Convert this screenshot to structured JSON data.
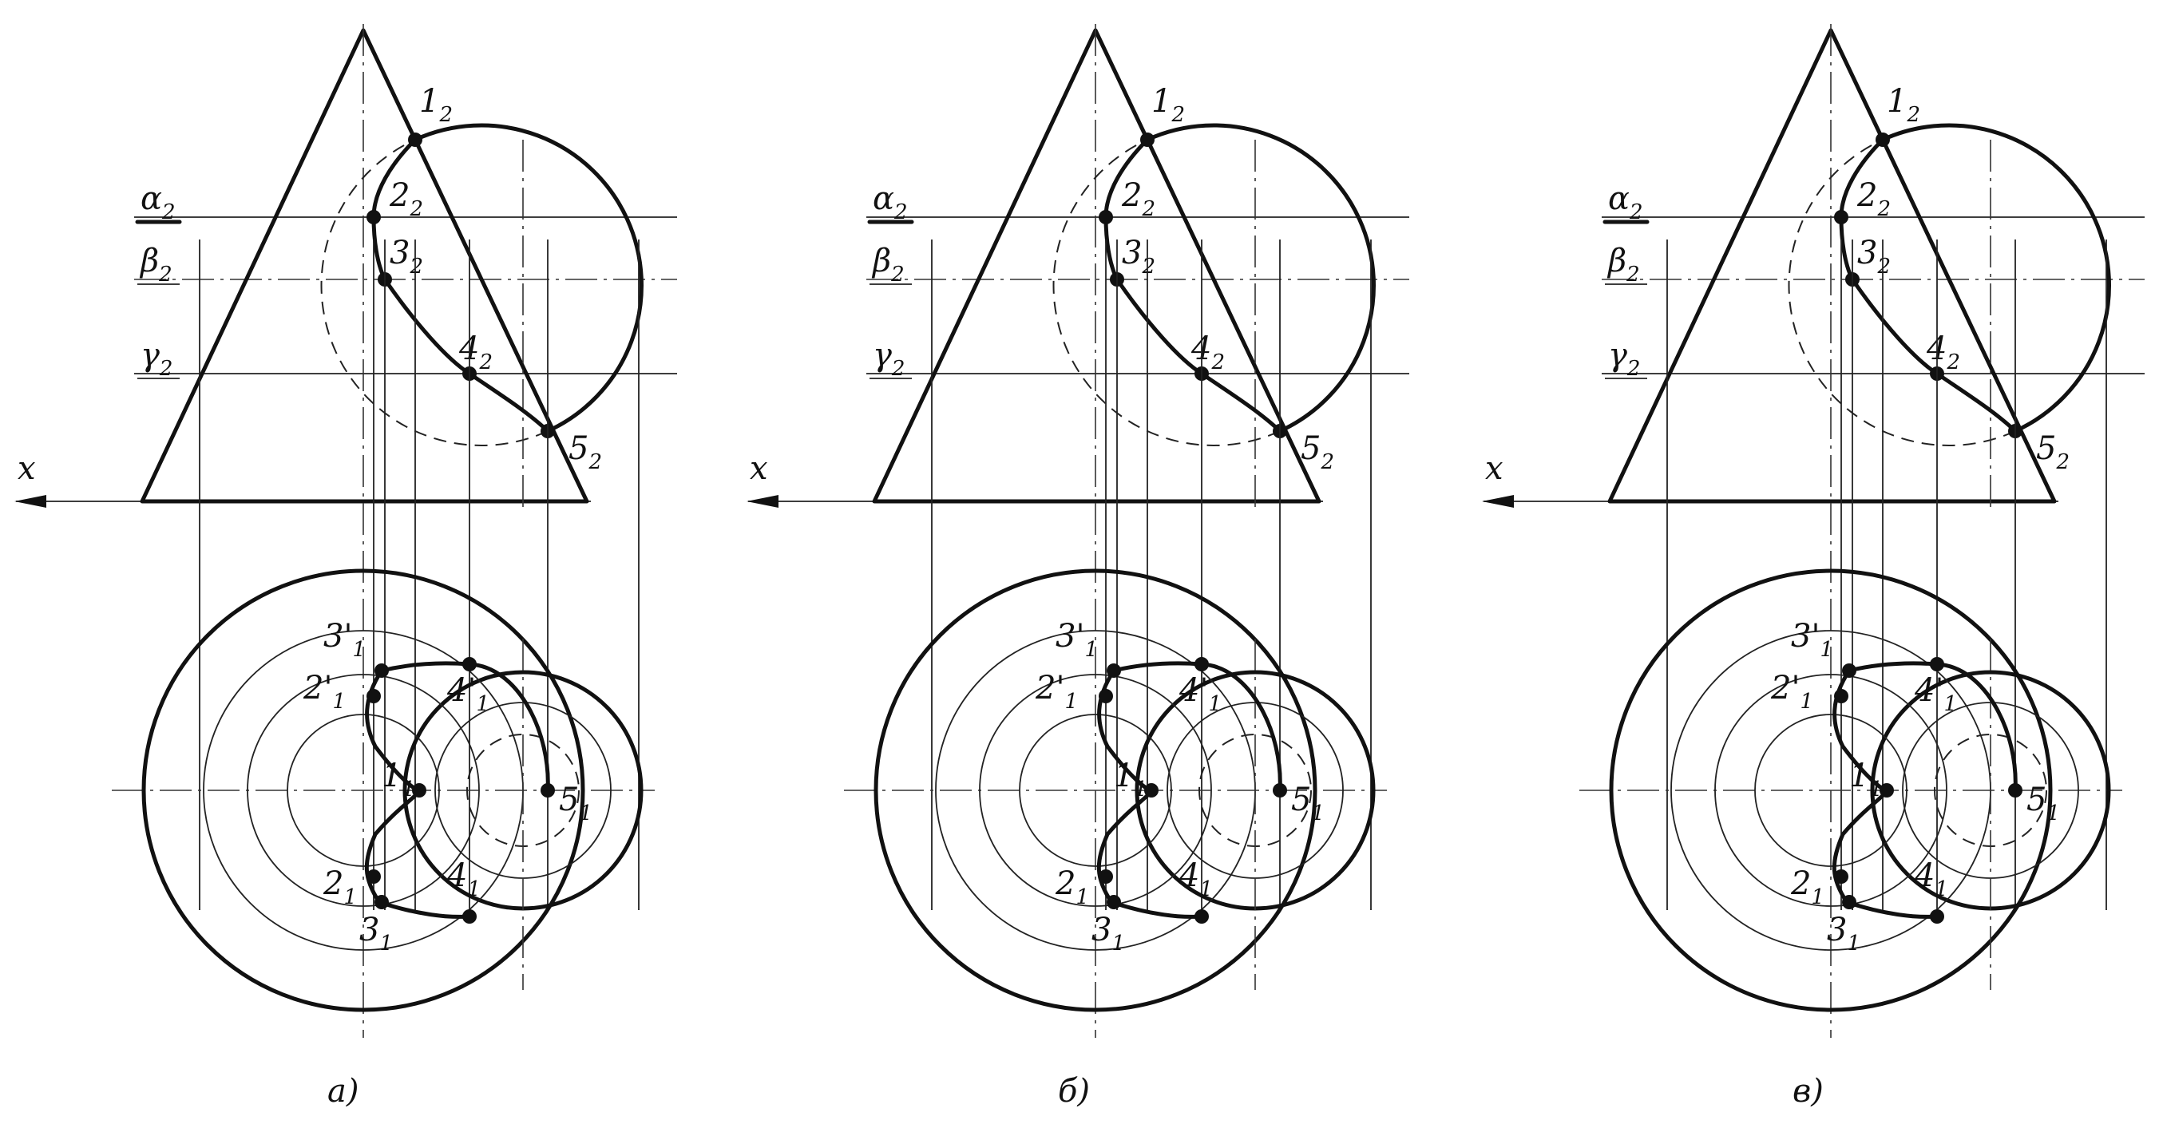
{
  "panels": [
    {
      "caption": "а)",
      "planes": {
        "alpha": "α2",
        "beta": "β2",
        "gamma": "γ2"
      },
      "axis_label": "x",
      "front_points": [
        "1",
        "2",
        "3",
        "4",
        "5"
      ],
      "front_sub": "2",
      "top_points": [
        "1",
        "2",
        "2'",
        "3",
        "3'",
        "4",
        "4'",
        "5"
      ],
      "top_sub": "1"
    },
    {
      "caption": "б)",
      "planes": {
        "alpha": "α2",
        "beta": "β2",
        "gamma": "γ2"
      },
      "axis_label": "x",
      "front_points": [
        "1",
        "2",
        "3",
        "4",
        "5"
      ],
      "front_sub": "2",
      "top_points": [
        "1",
        "2",
        "2'",
        "3",
        "3'",
        "4",
        "4'",
        "5"
      ],
      "top_sub": "1"
    },
    {
      "caption": "в)",
      "planes": {
        "alpha": "α2",
        "beta": "β2",
        "gamma": "γ2"
      },
      "axis_label": "x",
      "front_points": [
        "1",
        "2",
        "3",
        "4",
        "5"
      ],
      "front_sub": "2",
      "top_points": [
        "1",
        "2",
        "2'",
        "3",
        "3'",
        "4",
        "4'",
        "5"
      ],
      "top_sub": "1"
    }
  ]
}
